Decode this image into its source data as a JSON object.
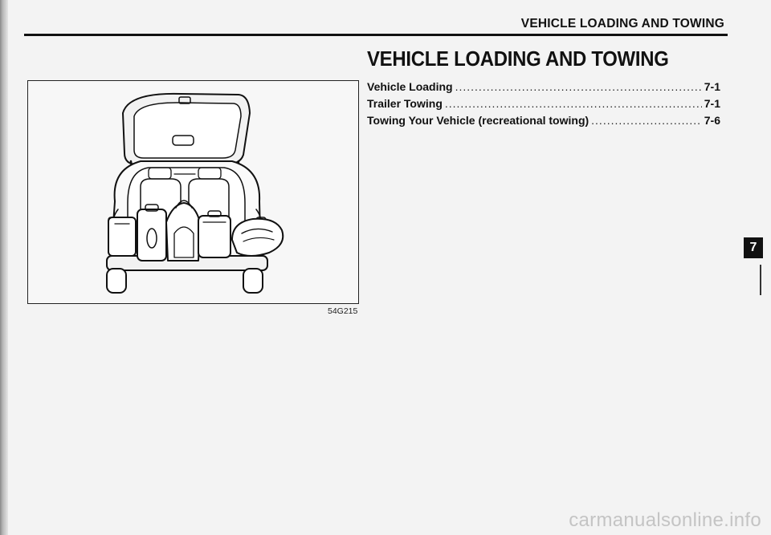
{
  "header": {
    "running_title": "VEHICLE LOADING AND TOWING"
  },
  "chapter": {
    "title": "VEHICLE LOADING AND TOWING",
    "tab_number": "7"
  },
  "toc": [
    {
      "label": "Vehicle Loading",
      "page": "7-1"
    },
    {
      "label": "Trailer Towing",
      "page": "7-1"
    },
    {
      "label": "Towing Your Vehicle (recreational towing)",
      "page": "7-6"
    }
  ],
  "figure": {
    "code": "54G215",
    "icon": "car-rear-luggage-illustration"
  },
  "watermark": "carmanualsonline.info"
}
